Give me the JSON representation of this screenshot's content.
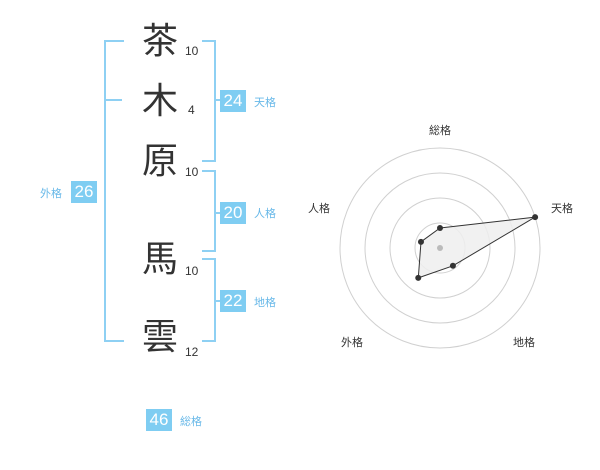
{
  "characters": [
    {
      "char": "茶",
      "strokes": "10"
    },
    {
      "char": "木",
      "strokes": "4"
    },
    {
      "char": "原",
      "strokes": "10"
    },
    {
      "char": "馬",
      "strokes": "10"
    },
    {
      "char": "雲",
      "strokes": "12"
    }
  ],
  "kakusu": {
    "tenkaku": {
      "value": "24",
      "label": "天格"
    },
    "jinkaku": {
      "value": "20",
      "label": "人格"
    },
    "chikaku": {
      "value": "22",
      "label": "地格"
    },
    "gaikaku": {
      "value": "26",
      "label": "外格"
    },
    "soukaku": {
      "value": "46",
      "label": "総格"
    }
  },
  "radar": {
    "axes": [
      "総格",
      "天格",
      "地格",
      "外格",
      "人格"
    ],
    "values": [
      0.2,
      1.0,
      0.22,
      0.37,
      0.2
    ],
    "colors": {
      "ring": "#d0d0d0",
      "fill": "#eeeeee",
      "line": "#333333",
      "center": "#bbbbbb"
    }
  },
  "colors": {
    "accent": "#7fcdf2",
    "label": "#67b8e8",
    "bracket": "#8ed0f3"
  }
}
